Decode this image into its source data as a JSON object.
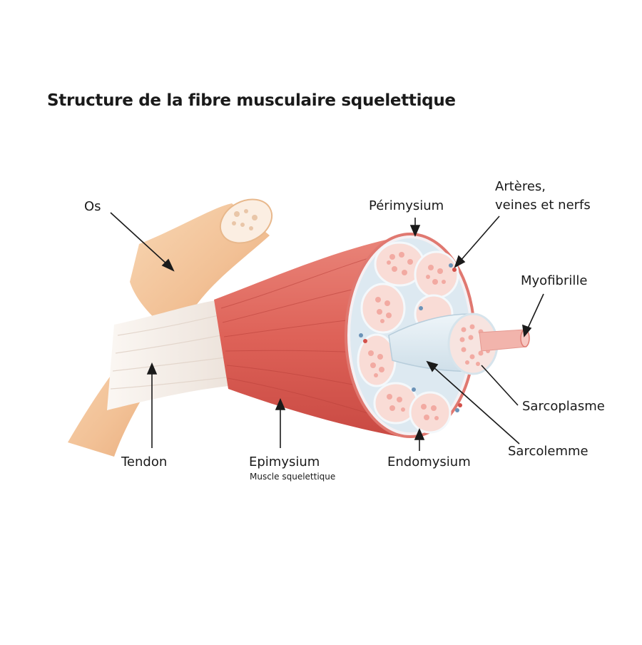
{
  "title": "Structure de la fibre musculaire squelettique",
  "labels": {
    "os": "Os",
    "perimysium": "Périmysium",
    "arteres_line1": "Artères,",
    "arteres_line2": "veines et nerfs",
    "myofibrille": "Myofibrille",
    "sarcoplasme": "Sarcoplasme",
    "sarcolemme": "Sarcolemme",
    "tendon": "Tendon",
    "epimysium": "Epimysium",
    "muscle_squelettique": "Muscle squelettique",
    "endomysium": "Endomysium"
  },
  "colors": {
    "muscle": "#e0685e",
    "muscle_dark": "#c84a44",
    "bone": "#f3c8a0",
    "tendon": "#f4eee8",
    "fascicle_fill": "#f9dcd6",
    "fiber": "#f2aaa2",
    "sheath": "#bcd4e2",
    "text": "#1a1a1a"
  }
}
